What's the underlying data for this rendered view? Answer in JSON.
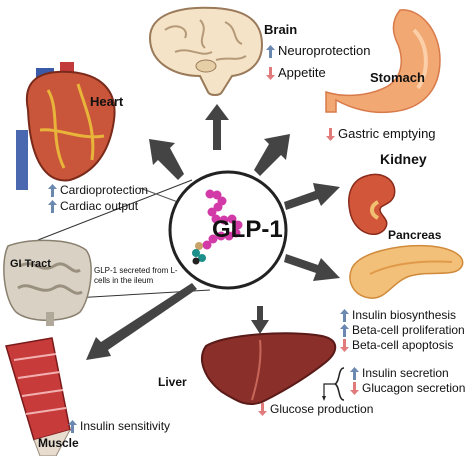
{
  "center": {
    "label": "GLP-1"
  },
  "brain": {
    "title": "Brain",
    "effects": [
      "Neuroprotection",
      "Appetite"
    ]
  },
  "stomach": {
    "title": "Stomach",
    "effects": [
      "Gastric emptying"
    ]
  },
  "heart": {
    "title": "Heart",
    "effects": [
      "Cardioprotection",
      "Cardiac output"
    ]
  },
  "kidney": {
    "title": "Kidney"
  },
  "gi_tract": {
    "title": "GI Tract",
    "note": "GLP-1 secreted from L-cells in the ileum"
  },
  "pancreas": {
    "title": "Pancreas",
    "effects": [
      "Insulin biosynthesis",
      "Beta-cell proliferation",
      "Beta-cell apoptosis"
    ]
  },
  "liver": {
    "title": "Liver",
    "effects": [
      "Insulin secretion",
      "Glucagon secretion",
      "Glucose production"
    ]
  },
  "muscle": {
    "title": "Muscle",
    "effects": [
      "Insulin sensitivity"
    ]
  },
  "colors": {
    "up": "#6a88b0",
    "down": "#e17b7b",
    "arrow": "#444444",
    "molecule": "#d23aa7",
    "teal": "#1d8f8a"
  }
}
